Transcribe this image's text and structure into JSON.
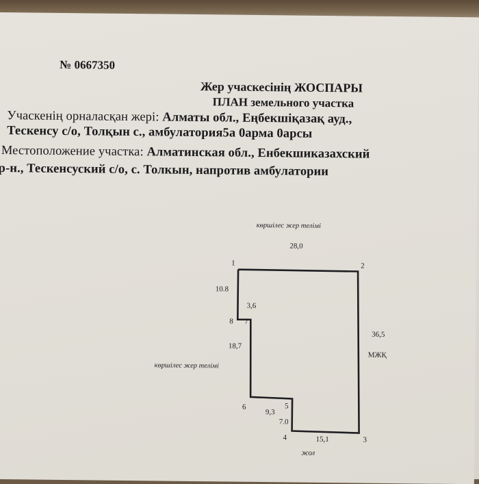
{
  "header": {
    "number": "№ 0667350",
    "title_kz": "Жер учаскесінің ЖОСПАРЫ",
    "title_ru": "ПЛАН земельного участка"
  },
  "location": {
    "kz_label": "Учаскенің орналасқан жері:",
    "kz_value_1": "Алматы обл., Еңбекшіқазақ ауд.,",
    "kz_value_2": "Тескенсу с/о, Толқын с., амбулатория5а 0арма 0арсы",
    "ru_label": "Местоположение участка:",
    "ru_value_1": "Алматинская обл., Енбекшиказахский",
    "ru_value_2": "р-н., Тескенсуский с/о, с. Толкын, напротив амбулатории"
  },
  "plan": {
    "neighbor_top": "көршілес жер телімі",
    "neighbor_left": "көршілес жер телімі",
    "right_label": "МЖҚ",
    "bottom_label": "жол",
    "points": [
      {
        "id": "1",
        "label": "1"
      },
      {
        "id": "2",
        "label": "2"
      },
      {
        "id": "3",
        "label": "3"
      },
      {
        "id": "4",
        "label": "4"
      },
      {
        "id": "5",
        "label": "5"
      },
      {
        "id": "6",
        "label": "6"
      },
      {
        "id": "7",
        "label": "7"
      },
      {
        "id": "8",
        "label": "8"
      }
    ],
    "dimensions": {
      "d12": "28,0",
      "d18": "10.8",
      "d87": "3,6",
      "d76": "18,7",
      "d65": "9,3",
      "d54": "7.0",
      "d43": "15,1",
      "d23": "36,5"
    },
    "line_color": "#1e1e22"
  }
}
